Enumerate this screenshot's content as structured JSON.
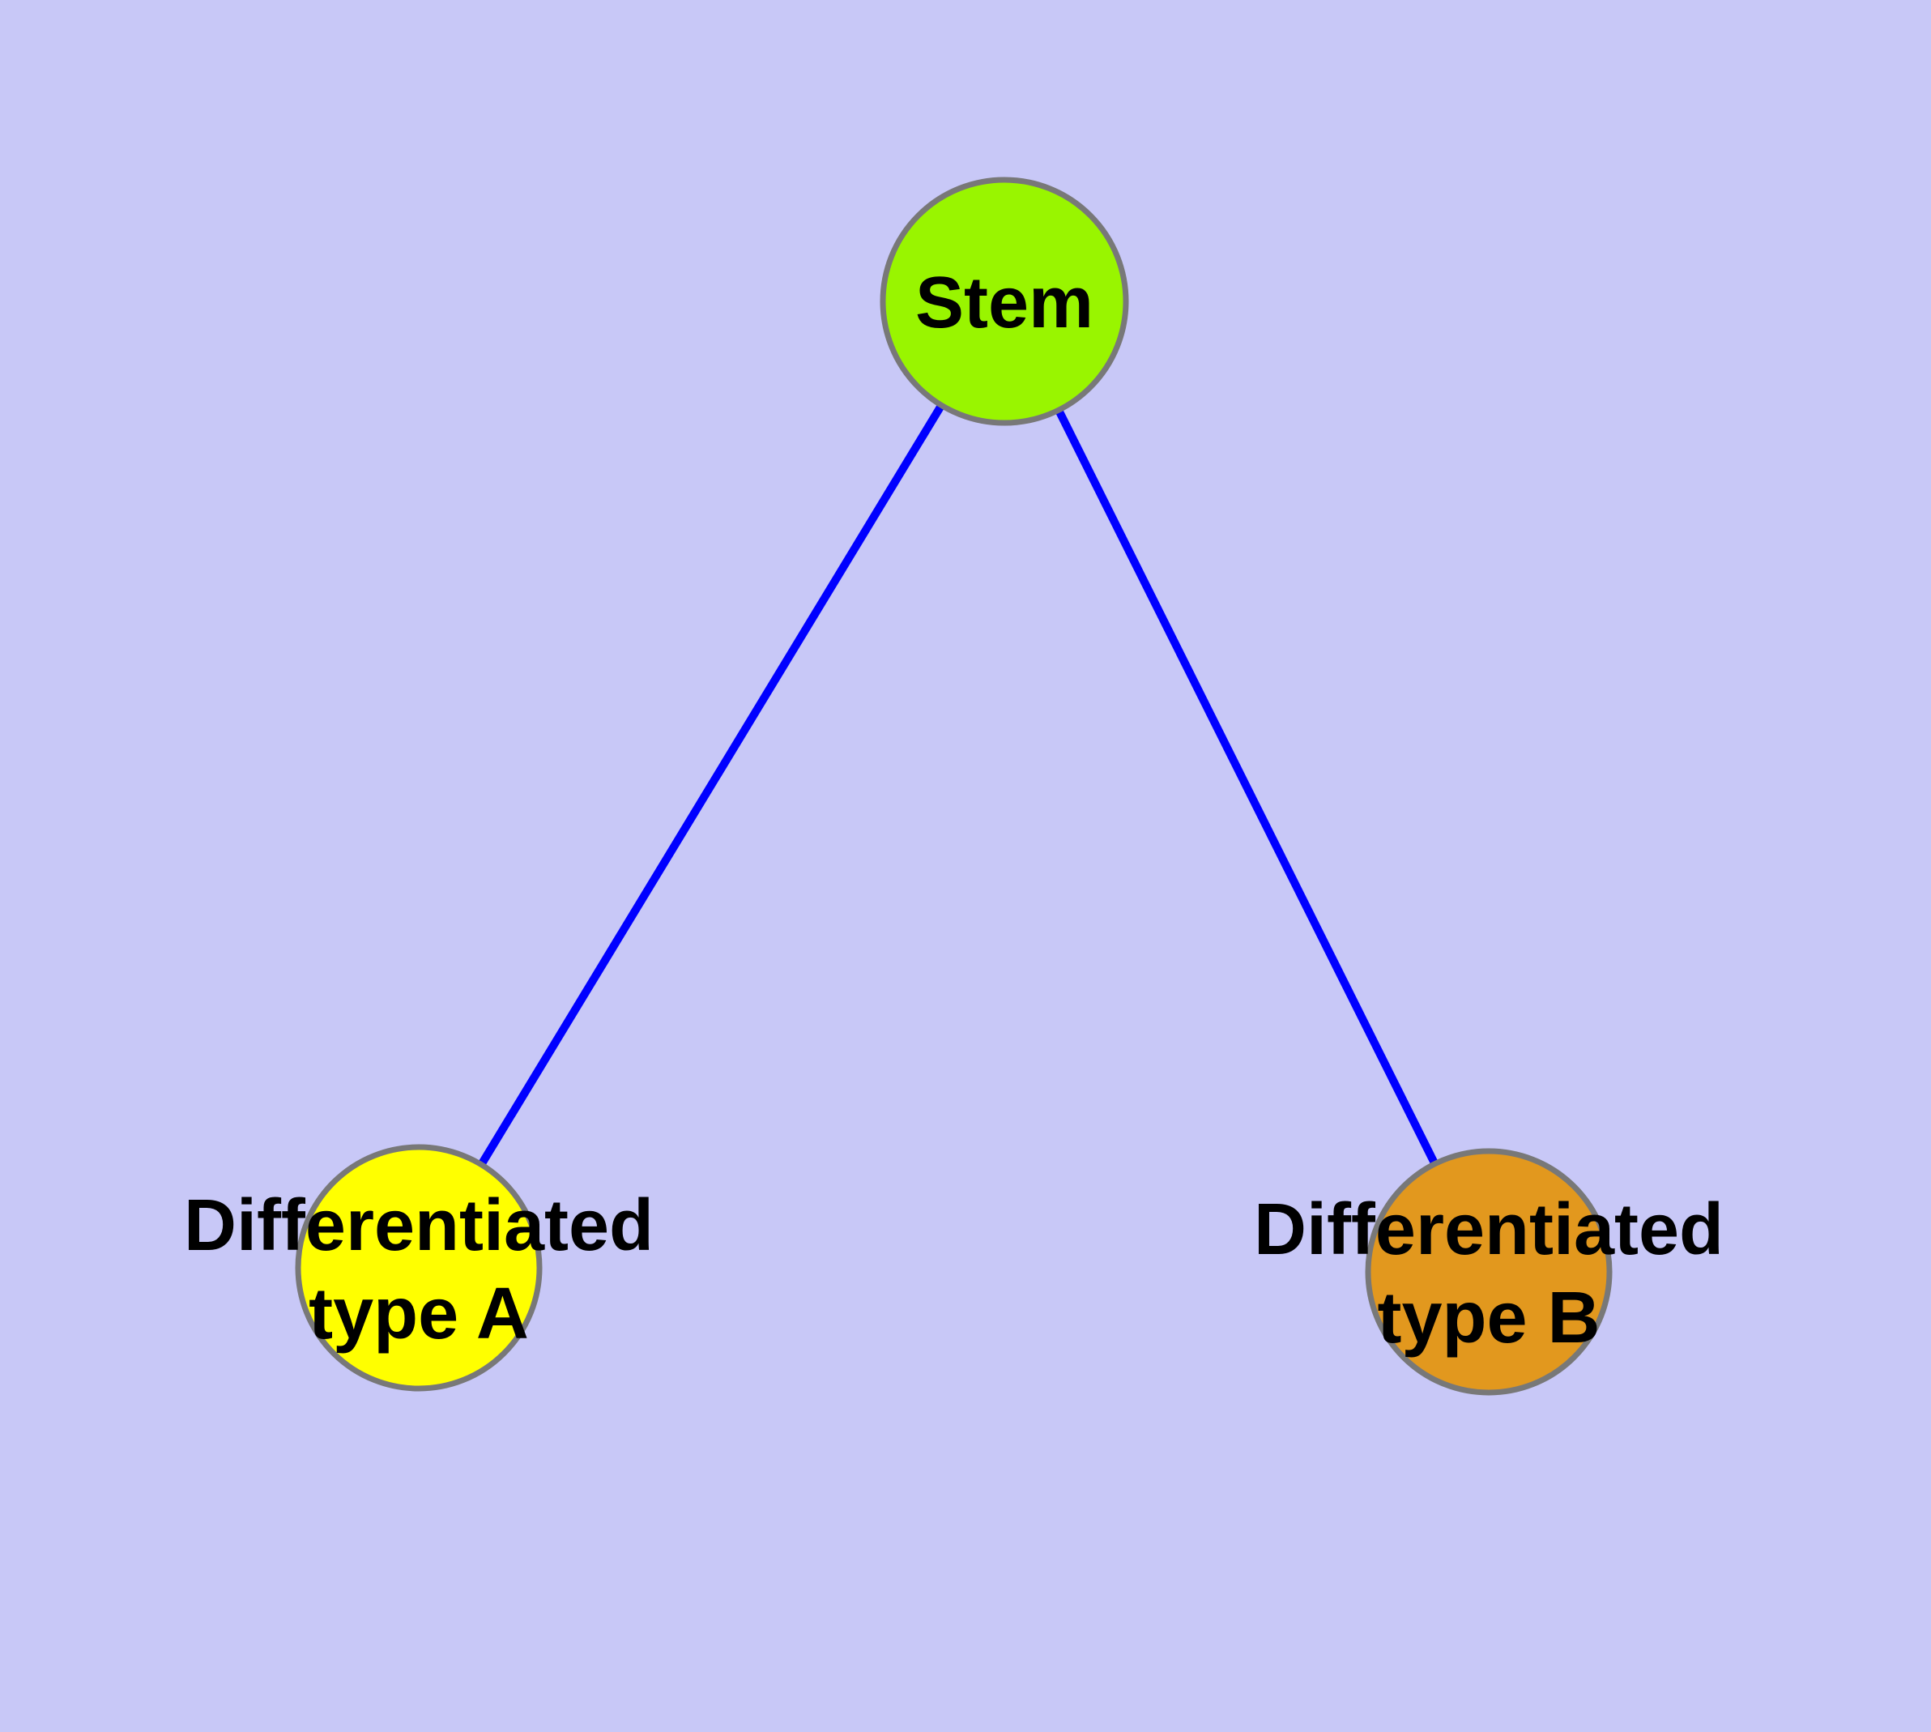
{
  "canvas": {
    "background": "#C8C8F7"
  },
  "edges": {
    "color": "#0000FF",
    "width": 10,
    "list": [
      {
        "from": "Stem",
        "to": "Differentiated type A"
      },
      {
        "from": "Stem",
        "to": "Differentiated type B"
      }
    ]
  },
  "nodes": {
    "stem": {
      "label": "Stem",
      "fill": "#99F500",
      "border": "#787878"
    },
    "type_a": {
      "label_line1": "Differentiated",
      "label_line2": "type A",
      "fill": "#FFFF00",
      "border": "#787878"
    },
    "type_b": {
      "label_line1": "Differentiated",
      "label_line2": "type B",
      "fill": "#E2981E",
      "border": "#787878"
    }
  }
}
